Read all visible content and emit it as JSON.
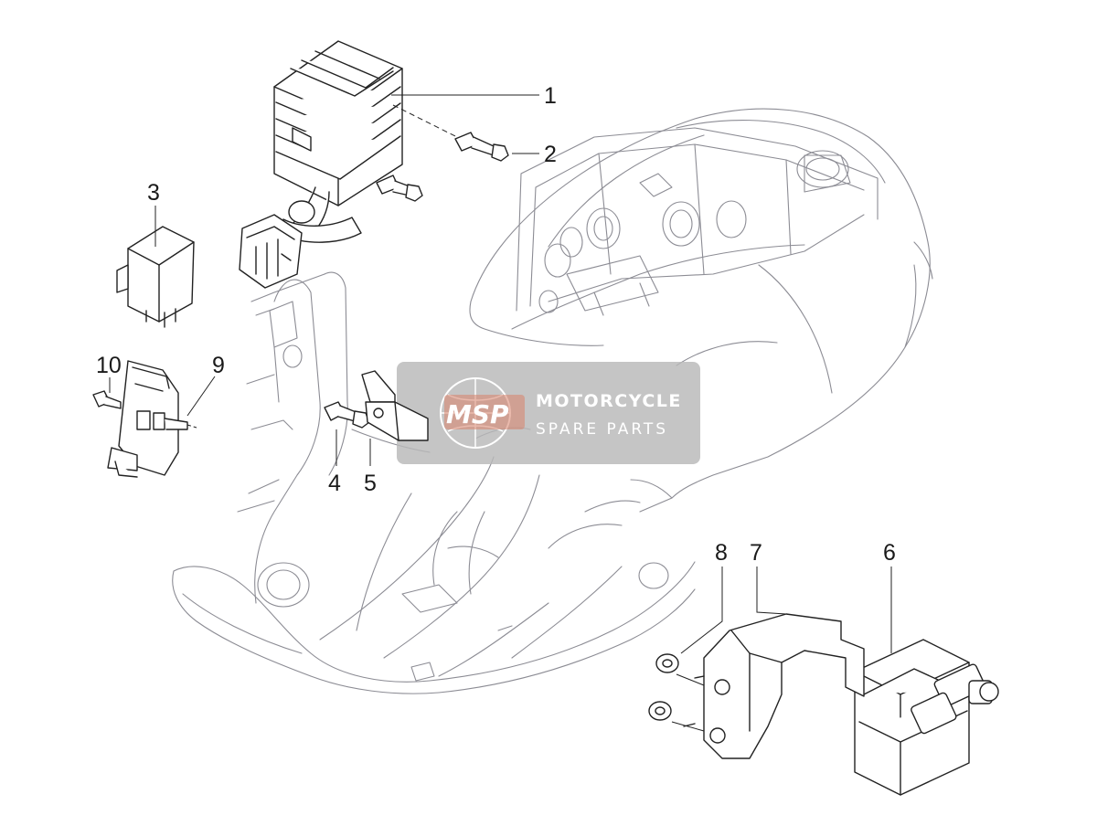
{
  "callouts": [
    "1",
    "2",
    "3",
    "4",
    "5",
    "6",
    "7",
    "8",
    "9",
    "10"
  ],
  "watermark": {
    "logo": "MSP",
    "title": "MOTORCYCLE",
    "subtitle": "SPARE PARTS"
  },
  "colors": {
    "part_line": "#222222",
    "frame_line": "#8c8c94",
    "watermark_bg": "#b8b8b8",
    "logo_accent": "#d9826a"
  }
}
